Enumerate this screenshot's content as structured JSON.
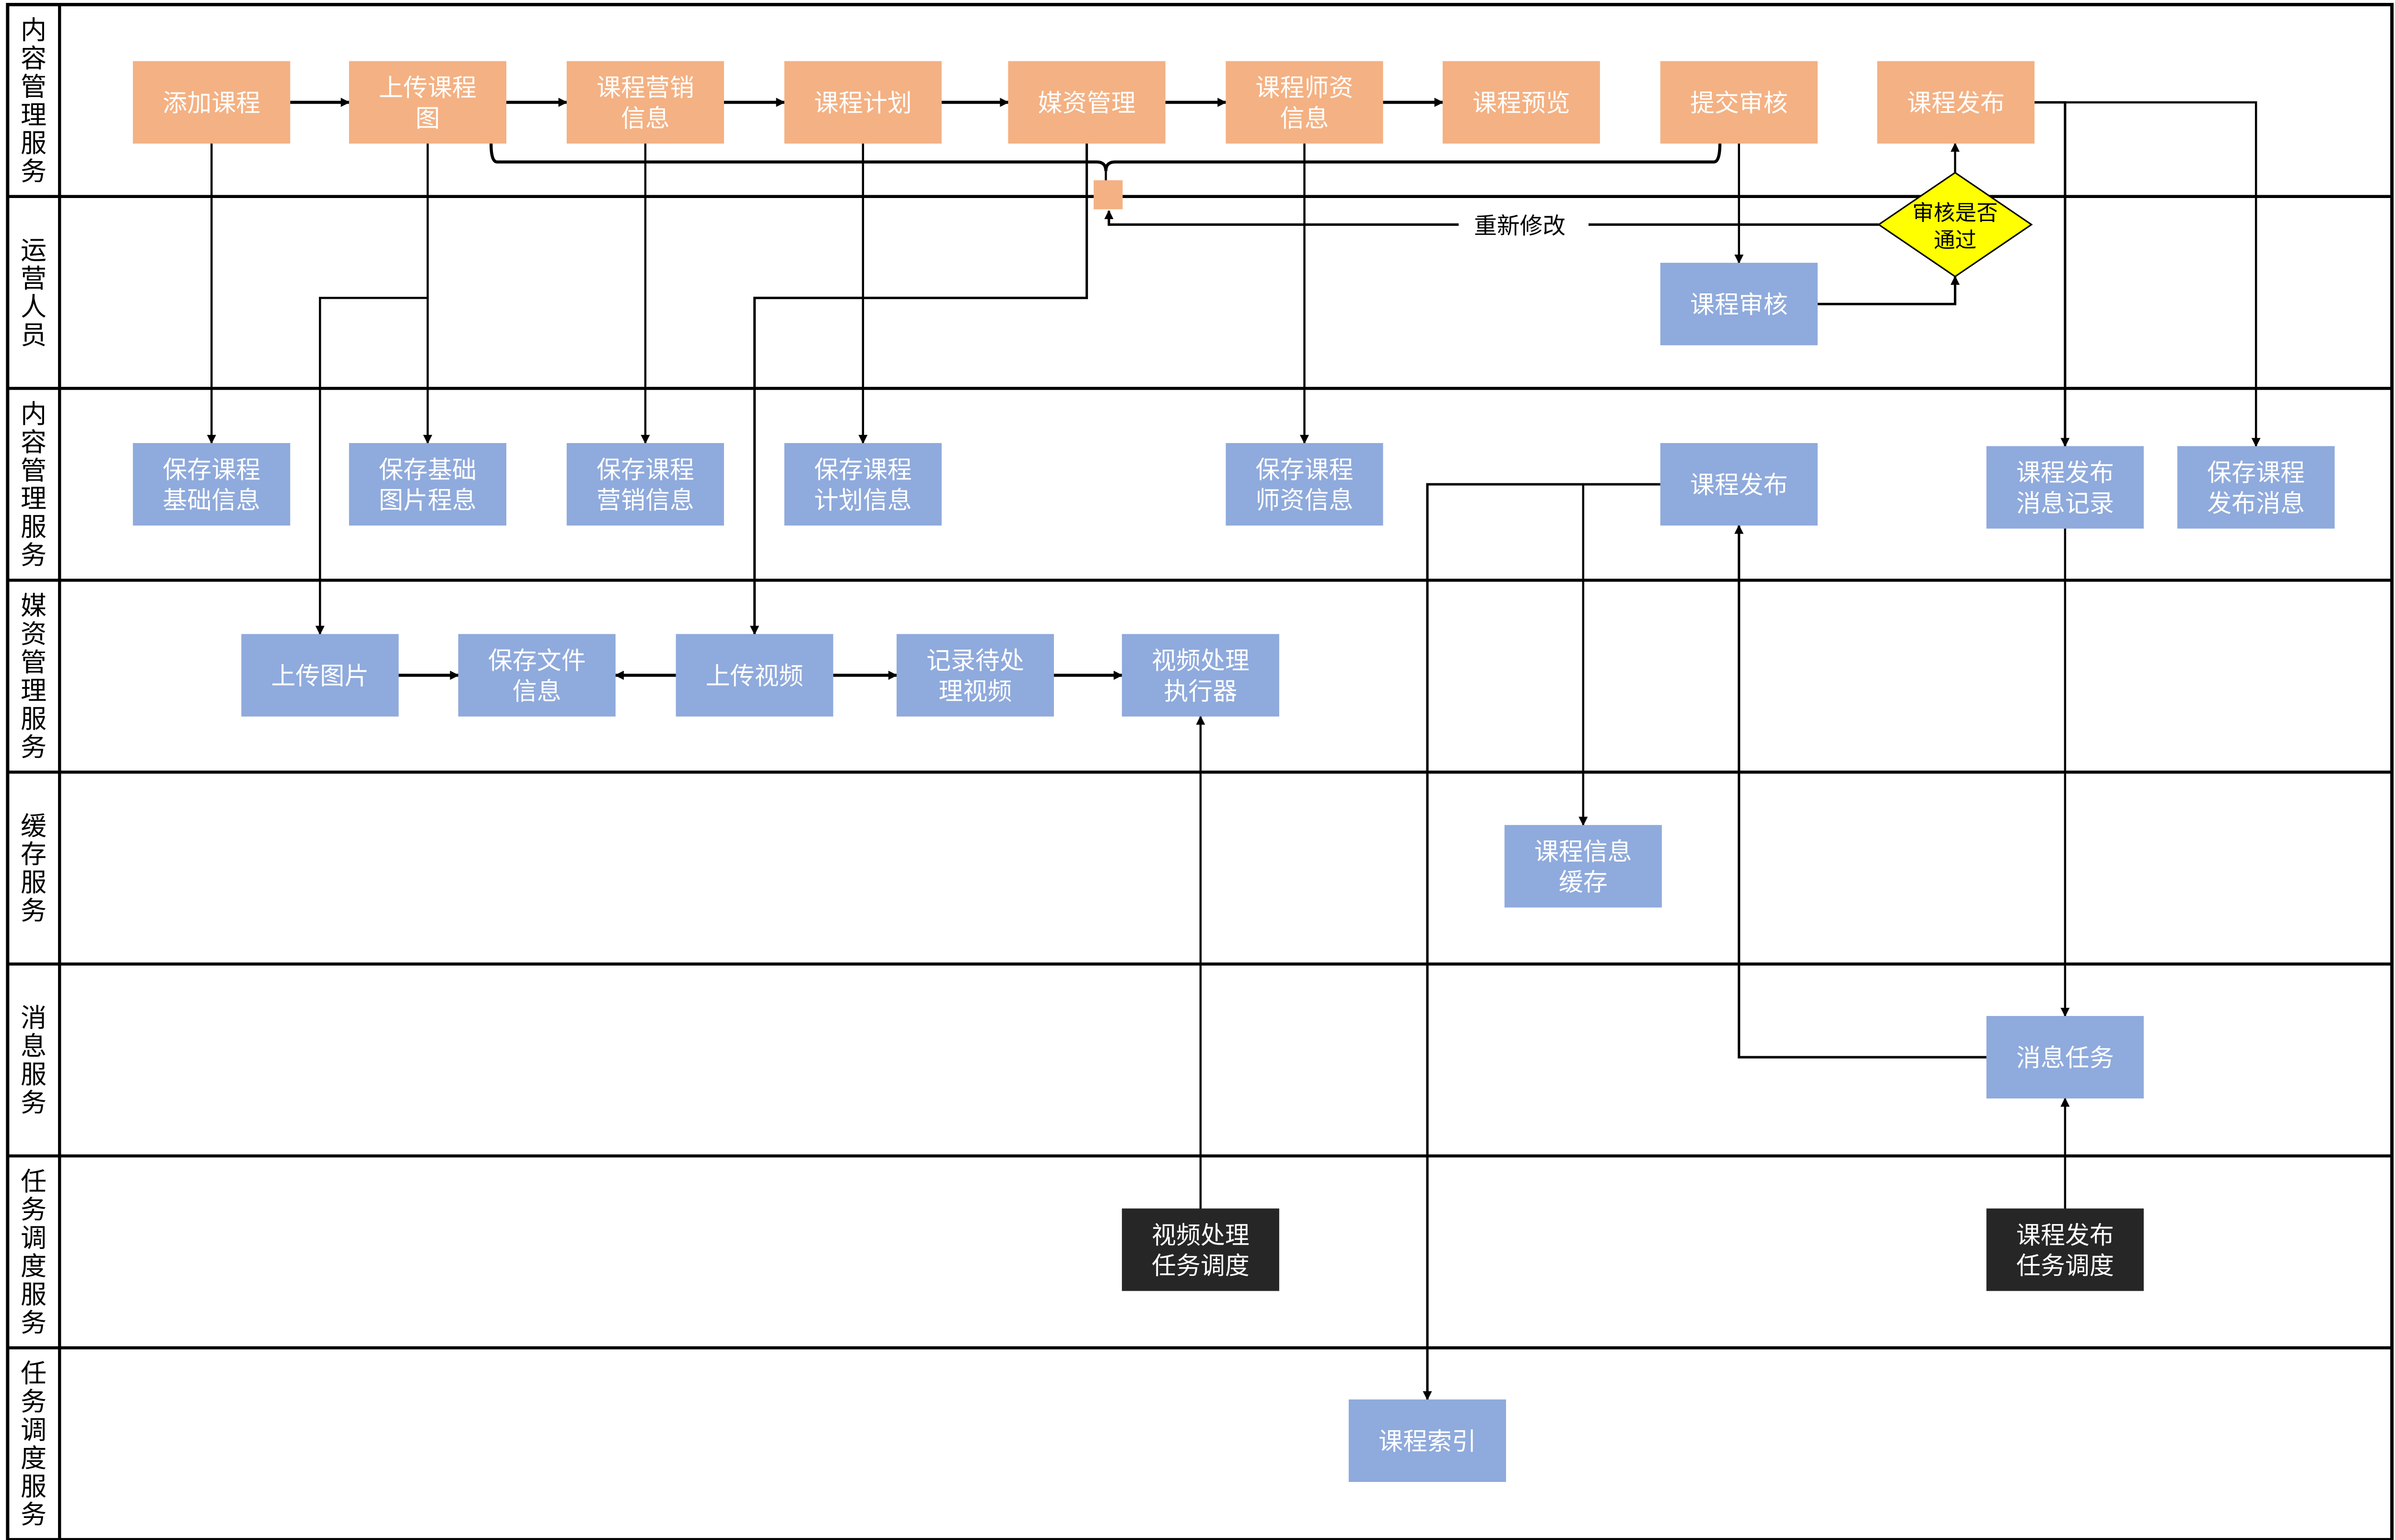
{
  "colors": {
    "process_orange": "#F4B183",
    "service_blue": "#8FAADC",
    "scheduler_black": "#262626",
    "decision_yellow": "#FFFF00",
    "line": "#000000"
  },
  "lanes": [
    {
      "id": "content1",
      "label": "内容管理服务"
    },
    {
      "id": "ops",
      "label": "运营人员"
    },
    {
      "id": "content2",
      "label": "内容管理服务"
    },
    {
      "id": "media",
      "label": "媒资管理服务"
    },
    {
      "id": "cache",
      "label": "缓存服务"
    },
    {
      "id": "msg",
      "label": "消息服务"
    },
    {
      "id": "sched",
      "label": "任务调度服务"
    },
    {
      "id": "sched2",
      "label": "任务调度服务"
    }
  ],
  "nodes": {
    "add_course": {
      "lines": [
        "添加课程"
      ],
      "type": "orange"
    },
    "upload_pic": {
      "lines": [
        "上传课程",
        "图"
      ],
      "type": "orange"
    },
    "marketing": {
      "lines": [
        "课程营销",
        "信息"
      ],
      "type": "orange"
    },
    "plan": {
      "lines": [
        "课程计划"
      ],
      "type": "orange"
    },
    "media_mgmt": {
      "lines": [
        "媒资管理"
      ],
      "type": "orange"
    },
    "teacher": {
      "lines": [
        "课程师资",
        "信息"
      ],
      "type": "orange"
    },
    "preview": {
      "lines": [
        "课程预览"
      ],
      "type": "orange"
    },
    "submit_audit": {
      "lines": [
        "提交审核"
      ],
      "type": "orange"
    },
    "publish_top": {
      "lines": [
        "课程发布"
      ],
      "type": "orange"
    },
    "audit": {
      "lines": [
        "课程审核"
      ],
      "type": "blue"
    },
    "decision": {
      "lines": [
        "审核是否",
        "通过"
      ],
      "type": "decision"
    },
    "save_basic": {
      "lines": [
        "保存课程",
        "基础信息"
      ],
      "type": "blue"
    },
    "save_pic": {
      "lines": [
        "保存基础",
        "图片程息"
      ],
      "type": "blue"
    },
    "save_marketing": {
      "lines": [
        "保存课程",
        "营销信息"
      ],
      "type": "blue"
    },
    "save_plan": {
      "lines": [
        "保存课程",
        "计划信息"
      ],
      "type": "blue"
    },
    "save_teacher": {
      "lines": [
        "保存课程",
        "师资信息"
      ],
      "type": "blue"
    },
    "publish_mid": {
      "lines": [
        "课程发布"
      ],
      "type": "blue"
    },
    "publish_msg_log": {
      "lines": [
        "课程发布",
        "消息记录"
      ],
      "type": "blue"
    },
    "save_publish_msg": {
      "lines": [
        "保存课程",
        "发布消息"
      ],
      "type": "blue"
    },
    "upload_image": {
      "lines": [
        "上传图片"
      ],
      "type": "blue"
    },
    "save_file": {
      "lines": [
        "保存文件",
        "信息"
      ],
      "type": "blue"
    },
    "upload_video": {
      "lines": [
        "上传视频"
      ],
      "type": "blue"
    },
    "record_video": {
      "lines": [
        "记录待处",
        "理视频"
      ],
      "type": "blue"
    },
    "video_exec": {
      "lines": [
        "视频处理",
        "执行器"
      ],
      "type": "blue"
    },
    "course_cache": {
      "lines": [
        "课程信息",
        "缓存"
      ],
      "type": "blue"
    },
    "msg_task": {
      "lines": [
        "消息任务"
      ],
      "type": "blue"
    },
    "video_sched": {
      "lines": [
        "视频处理",
        "任务调度"
      ],
      "type": "dark"
    },
    "publish_sched": {
      "lines": [
        "课程发布",
        "任务调度"
      ],
      "type": "dark"
    },
    "course_index": {
      "lines": [
        "课程索引"
      ],
      "type": "blue"
    }
  },
  "edge_labels": {
    "revise": "重新修改"
  }
}
